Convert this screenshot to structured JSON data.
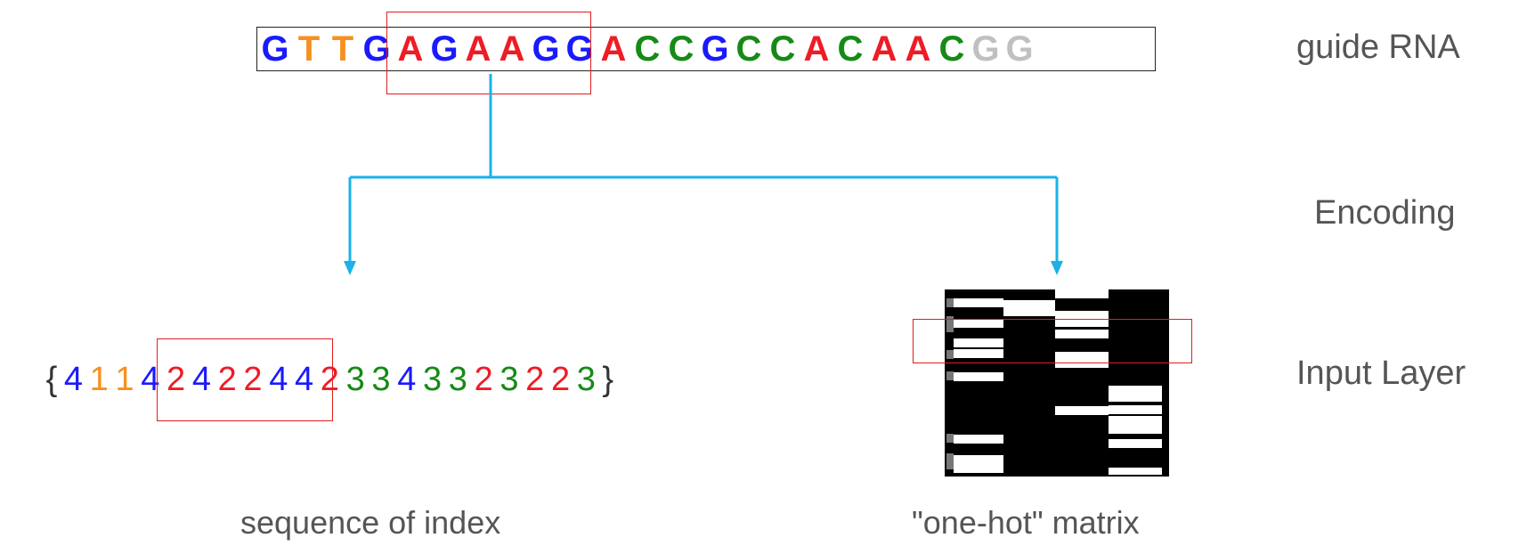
{
  "guide_rna": {
    "label": "guide RNA",
    "letters": [
      {
        "ch": "G",
        "color": "#1a1aff"
      },
      {
        "ch": "T",
        "color": "#f7901e"
      },
      {
        "ch": "T",
        "color": "#f7901e"
      },
      {
        "ch": "G",
        "color": "#1a1aff"
      },
      {
        "ch": "A",
        "color": "#ee1c25"
      },
      {
        "ch": "G",
        "color": "#1a1aff"
      },
      {
        "ch": "A",
        "color": "#ee1c25"
      },
      {
        "ch": "A",
        "color": "#ee1c25"
      },
      {
        "ch": "G",
        "color": "#1a1aff"
      },
      {
        "ch": "G",
        "color": "#1a1aff"
      },
      {
        "ch": "A",
        "color": "#ee1c25"
      },
      {
        "ch": "C",
        "color": "#168a16"
      },
      {
        "ch": "C",
        "color": "#168a16"
      },
      {
        "ch": "G",
        "color": "#1a1aff"
      },
      {
        "ch": "C",
        "color": "#168a16"
      },
      {
        "ch": "C",
        "color": "#168a16"
      },
      {
        "ch": "A",
        "color": "#ee1c25"
      },
      {
        "ch": "C",
        "color": "#168a16"
      },
      {
        "ch": "A",
        "color": "#ee1c25"
      },
      {
        "ch": "A",
        "color": "#ee1c25"
      },
      {
        "ch": "C",
        "color": "#168a16"
      },
      {
        "ch": "G",
        "color": "#c0c0c0"
      },
      {
        "ch": "G",
        "color": "#c0c0c0"
      }
    ]
  },
  "encoding_label": "Encoding",
  "input_layer_label": "Input Layer",
  "index_sequence": {
    "open_brace": "{",
    "close_brace": "}",
    "digits": [
      {
        "d": "4",
        "color": "#1a1aff"
      },
      {
        "d": "1",
        "color": "#f7901e"
      },
      {
        "d": "1",
        "color": "#f7901e"
      },
      {
        "d": "4",
        "color": "#1a1aff"
      },
      {
        "d": "2",
        "color": "#ee1c25"
      },
      {
        "d": "4",
        "color": "#1a1aff"
      },
      {
        "d": "2",
        "color": "#ee1c25"
      },
      {
        "d": "2",
        "color": "#ee1c25"
      },
      {
        "d": "4",
        "color": "#1a1aff"
      },
      {
        "d": "4",
        "color": "#1a1aff"
      },
      {
        "d": "2",
        "color": "#ee1c25"
      },
      {
        "d": "3",
        "color": "#168a16"
      },
      {
        "d": "3",
        "color": "#168a16"
      },
      {
        "d": "4",
        "color": "#1a1aff"
      },
      {
        "d": "3",
        "color": "#168a16"
      },
      {
        "d": "3",
        "color": "#168a16"
      },
      {
        "d": "2",
        "color": "#ee1c25"
      },
      {
        "d": "3",
        "color": "#168a16"
      },
      {
        "d": "2",
        "color": "#ee1c25"
      },
      {
        "d": "2",
        "color": "#ee1c25"
      },
      {
        "d": "3",
        "color": "#168a16"
      }
    ],
    "caption": "sequence of index"
  },
  "one_hot": {
    "caption": "\"one-hot\" matrix"
  },
  "colors": {
    "arrow": "#1ab2e8",
    "highlight": "#e11d1d"
  }
}
